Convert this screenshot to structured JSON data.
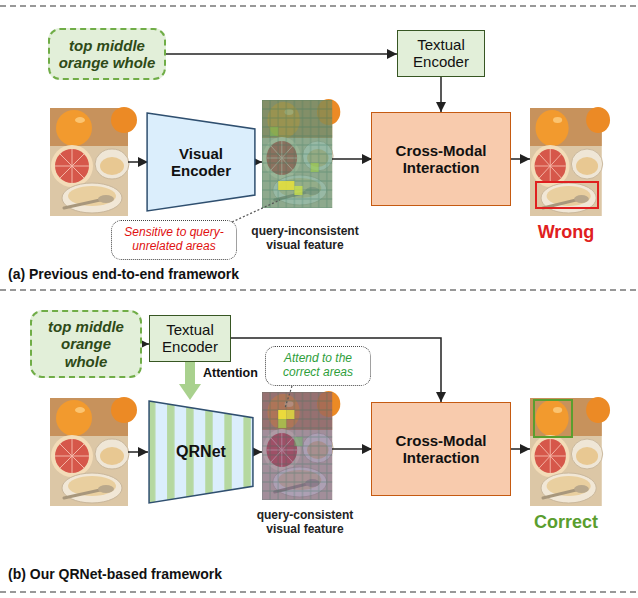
{
  "diagram": {
    "nodes": [
      {
        "text": [
          "top middle orange whole"
        ]
      },
      {
        "text": [
          "Textual Encoder"
        ]
      },
      {
        "text": [
          "Visual Encoder"
        ]
      },
      {
        "text": [
          "Cross-Modal Interaction"
        ]
      },
      {
        "text": [
          "Sensitive to query-unrelated areas"
        ]
      },
      {
        "text": [
          "top middle orange whole"
        ]
      },
      {
        "text": [
          "Textual Encoder"
        ]
      },
      {
        "text": [
          "QRNet"
        ]
      },
      {
        "text": [
          "Attend to the correct areas"
        ]
      },
      {
        "text": [
          "Cross-Modal Interaction"
        ]
      }
    ],
    "edges": [
      {
        "from": 0,
        "to": 1,
        "arrow": "to"
      },
      {
        "from": 1,
        "to": 3,
        "arrow": "to"
      },
      {
        "from": 5,
        "to": 6,
        "arrow": "to"
      },
      {
        "from": 6,
        "to": 7,
        "arrow": "to",
        "label": "Attention"
      },
      {
        "from": 6,
        "to": 9,
        "arrow": "to"
      }
    ],
    "labels": [
      "query-inconsistent visual feature",
      "Wrong",
      "(a) Previous end-to-end framework",
      "query-consistent visual feature",
      "Correct",
      "(b) Our QRNet-based framework"
    ]
  }
}
